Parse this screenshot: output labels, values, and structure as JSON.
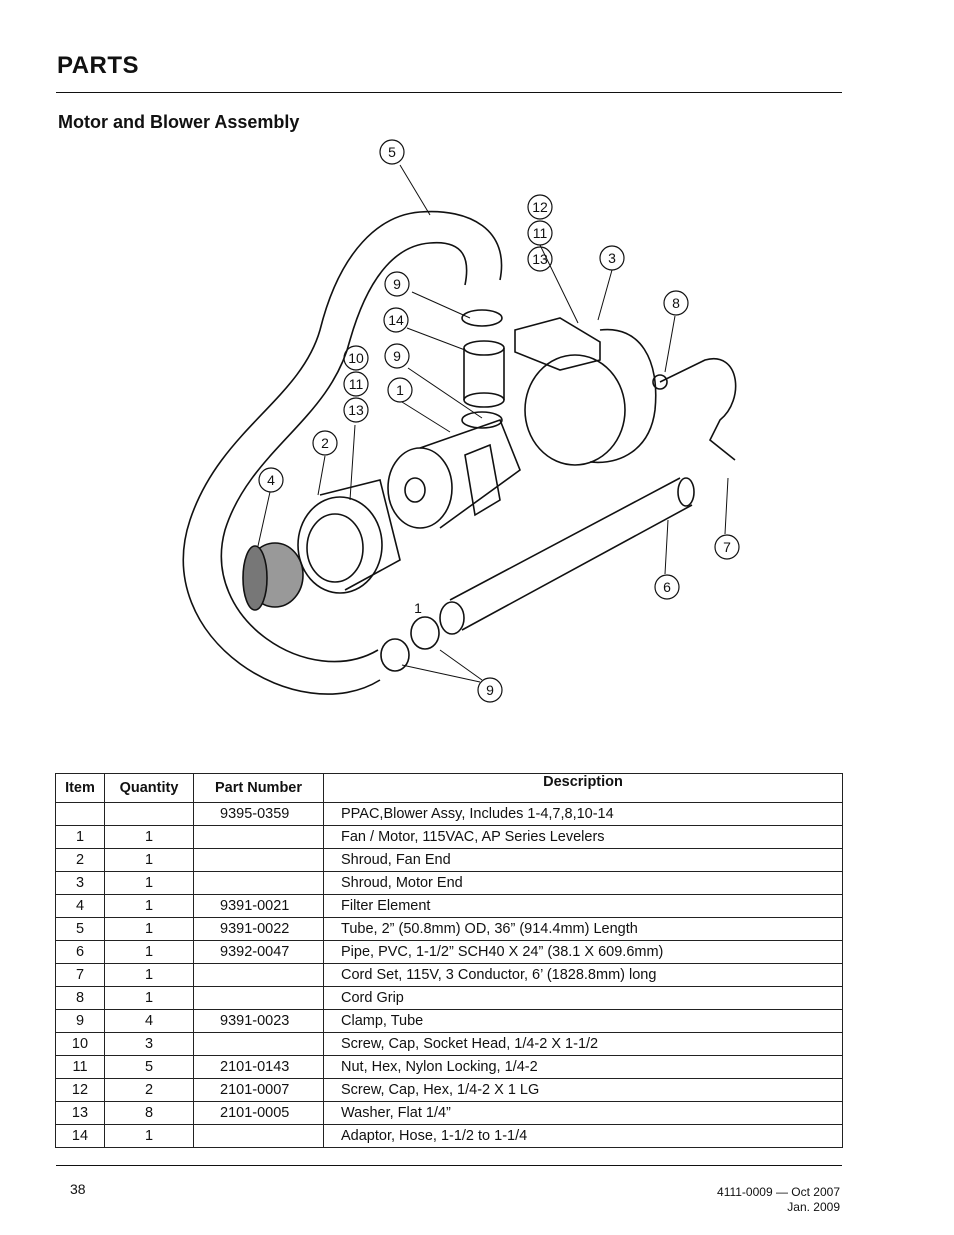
{
  "header": {
    "title": "PARTS",
    "subtitle": "Motor and Blower Assembly"
  },
  "diagram": {
    "callouts": [
      "5",
      "12",
      "11",
      "13",
      "3",
      "9",
      "14",
      "8",
      "10",
      "11",
      "13",
      "9",
      "1",
      "2",
      "4",
      "7",
      "6",
      "1",
      "9"
    ]
  },
  "table": {
    "headers": {
      "item": "Item",
      "quantity": "Quantity",
      "part_number": "Part Number",
      "description": "Description"
    },
    "rows": [
      {
        "item": "",
        "qty": "",
        "pn": "9395-0359",
        "desc": "PPAC,Blower Assy, Includes 1-4,7,8,10-14"
      },
      {
        "item": "1",
        "qty": "1",
        "pn": "",
        "desc": "Fan / Motor, 115VAC, AP Series Levelers"
      },
      {
        "item": "2",
        "qty": "1",
        "pn": "",
        "desc": "Shroud, Fan End"
      },
      {
        "item": "3",
        "qty": "1",
        "pn": "",
        "desc": "Shroud, Motor End"
      },
      {
        "item": "4",
        "qty": "1",
        "pn": "9391-0021",
        "desc": "Filter Element"
      },
      {
        "item": "5",
        "qty": "1",
        "pn": "9391-0022",
        "desc": "Tube, 2” (50.8mm) OD, 36” (914.4mm) Length"
      },
      {
        "item": "6",
        "qty": "1",
        "pn": "9392-0047",
        "desc": "Pipe, PVC, 1-1/2” SCH40 X 24” (38.1 X 609.6mm)"
      },
      {
        "item": "7",
        "qty": "1",
        "pn": "",
        "desc": "Cord Set, 115V, 3 Conductor, 6’ (1828.8mm) long"
      },
      {
        "item": "8",
        "qty": "1",
        "pn": "",
        "desc": "Cord Grip"
      },
      {
        "item": "9",
        "qty": "4",
        "pn": "9391-0023",
        "desc": "Clamp, Tube"
      },
      {
        "item": "10",
        "qty": "3",
        "pn": "",
        "desc": "Screw, Cap, Socket Head, 1/4-2 X 1-1/2"
      },
      {
        "item": "11",
        "qty": "5",
        "pn": "2101-0143",
        "desc": "Nut, Hex, Nylon Locking, 1/4-2"
      },
      {
        "item": "12",
        "qty": "2",
        "pn": "2101-0007",
        "desc": "Screw, Cap, Hex, 1/4-2 X 1 LG"
      },
      {
        "item": "13",
        "qty": "8",
        "pn": "2101-0005",
        "desc": "Washer, Flat 1/4”"
      },
      {
        "item": "14",
        "qty": "1",
        "pn": "",
        "desc": "Adaptor, Hose, 1-1/2 to 1-1/4"
      }
    ]
  },
  "footer": {
    "page": "38",
    "doc_line1": "4111-0009 — Oct 2007",
    "doc_line2": "Jan. 2009"
  }
}
